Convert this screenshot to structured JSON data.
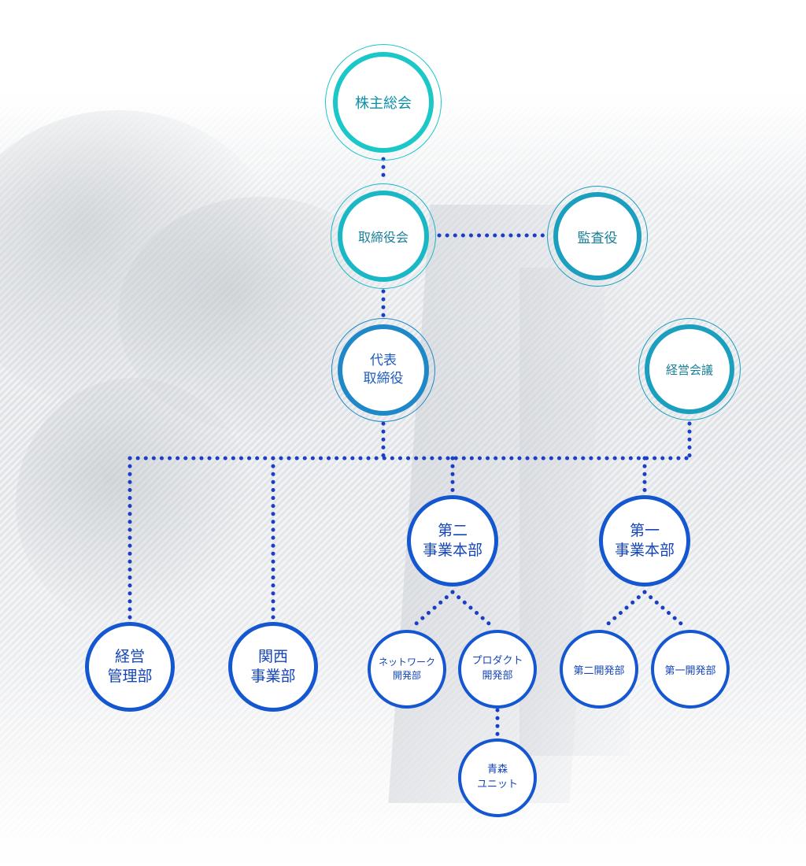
{
  "colors": {
    "cyan": "#1cc7c7",
    "teal": "#1b9fbf",
    "steel_blue": "#1f88c9",
    "royal_blue": "#1457d1",
    "connector": "#1b3fc4"
  },
  "nodes": {
    "shareholders": "株主総会",
    "board": "取締役会",
    "auditor": "監査役",
    "ceo": "代表\n取締役",
    "management_meeting": "経営会議",
    "management_admin": "経営\n管理部",
    "kansai_business": "関西\n事業部",
    "business_div_2": "第二\n事業本部",
    "business_div_1": "第一\n事業本部",
    "network_dev": "ネットワーク\n開発部",
    "product_dev": "プロダクト\n開発部",
    "aomori_unit": "青森\nユニット",
    "dev_dept_2": "第二開発部",
    "dev_dept_1": "第一開発部"
  }
}
